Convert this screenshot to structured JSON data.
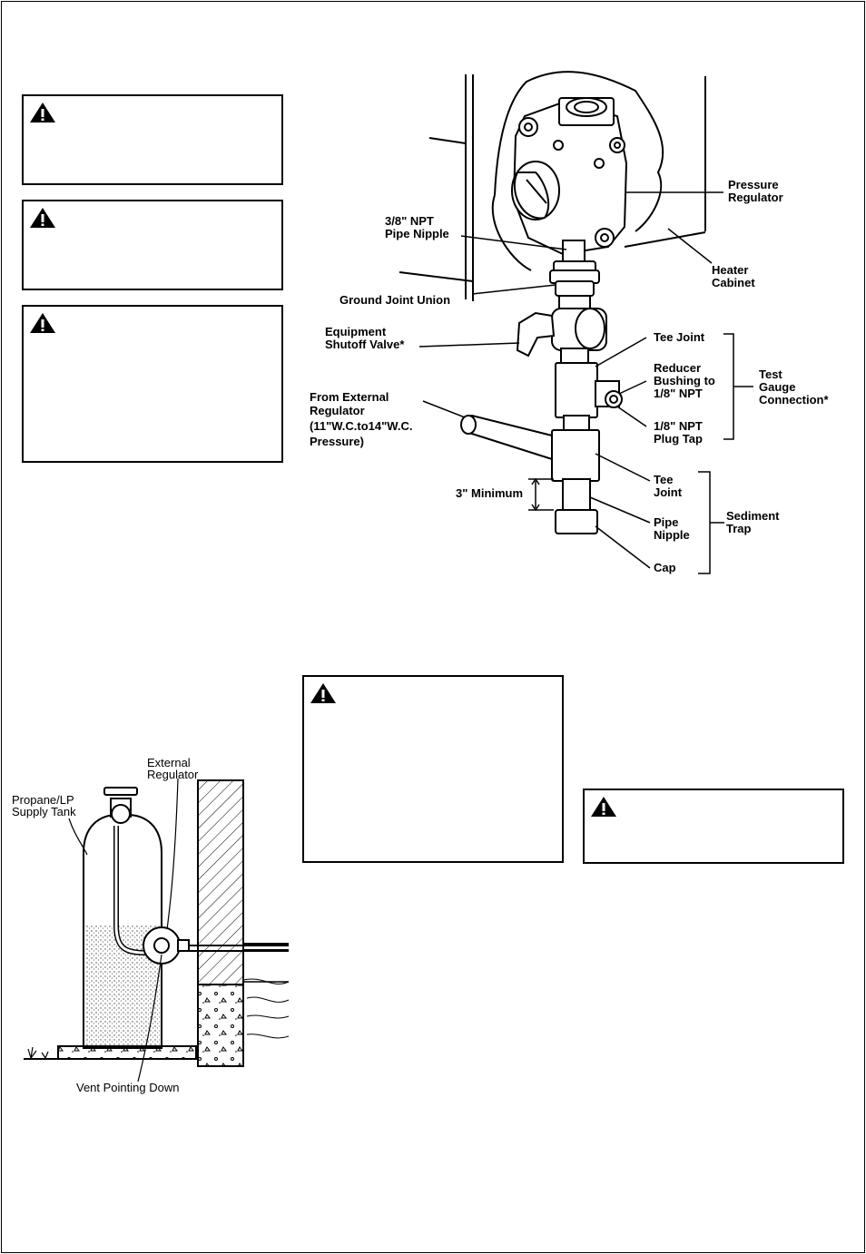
{
  "warnings": [
    {
      "id": "w1",
      "icon": "warning-triangle-icon"
    },
    {
      "id": "w2",
      "icon": "warning-triangle-icon"
    },
    {
      "id": "w3",
      "icon": "warning-triangle-icon"
    },
    {
      "id": "w4",
      "icon": "warning-triangle-icon"
    },
    {
      "id": "w5",
      "icon": "warning-triangle-icon"
    }
  ],
  "regulator_figure": {
    "labels": {
      "pressure_regulator": [
        "Pressure",
        "Regulator"
      ],
      "pipe_nipple_38": [
        "3/8\" NPT",
        "Pipe Nipple"
      ],
      "heater_cabinet": [
        "Heater",
        "Cabinet"
      ],
      "ground_joint_union": "Ground Joint Union",
      "shutoff_valve": [
        "Equipment",
        "Shutoff Valve*"
      ],
      "tee_joint_top": "Tee Joint",
      "reducer_bushing": [
        "Reducer",
        "Bushing to",
        "1/8\" NPT"
      ],
      "test_gauge": [
        "Test",
        "Gauge",
        "Connection*"
      ],
      "from_external": [
        "From External",
        "Regulator",
        "(11\"W.C.to14\"W.C.",
        "Pressure)"
      ],
      "plug_tap": [
        "1/8\" NPT",
        "Plug Tap"
      ],
      "tee_joint_bottom": [
        "Tee",
        "Joint"
      ],
      "minimum": "3\" Minimum",
      "pipe_nipple": [
        "Pipe",
        "Nipple"
      ],
      "sediment_trap": [
        "Sediment",
        "Trap"
      ],
      "cap": "Cap"
    }
  },
  "tank_figure": {
    "labels": {
      "external_regulator": [
        "External",
        "Regulator"
      ],
      "supply_tank": [
        "Propane/LP",
        "Supply Tank"
      ],
      "vent": "Vent  Pointing Down"
    }
  }
}
